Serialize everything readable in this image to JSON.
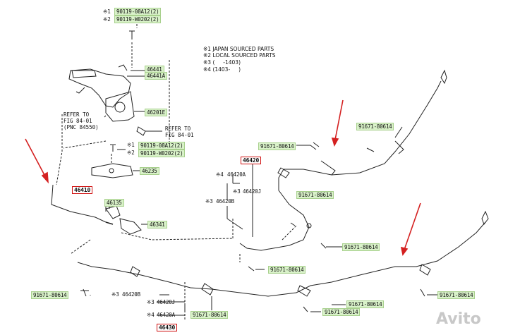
{
  "header_parts": [
    {
      "mark": "※1",
      "code": "90119-08A12(2)"
    },
    {
      "mark": "※2",
      "code": "90119-W0202(2)"
    }
  ],
  "legend": [
    "※1 JAPAN SOURCED PARTS",
    "※2 LOCAL SOURCED PARTS",
    "※3 (     -1403)",
    "※4 (1403-     )"
  ],
  "refer1": [
    "REFER TO",
    "FIG 84-01",
    "(PNC 84550)"
  ],
  "refer2": [
    "REFER TO",
    "FIG 84-01"
  ],
  "mid_parts": [
    {
      "mark": "※1",
      "code": "90119-08A12(2)"
    },
    {
      "mark": "※2",
      "code": "90119-W0202(2)"
    }
  ],
  "parts": {
    "p46441": "46441",
    "p46441A": "46441A",
    "p46201E": "46201E",
    "p46235": "46235",
    "p46410": "46410",
    "p46135": "46135",
    "p46341": "46341",
    "p46420": "46420",
    "p46420A": "46420A",
    "p46420J": "46420J",
    "p46420B": "46420B",
    "p46430": "46430",
    "b_46420B": "46420B",
    "b_46420J": "46420J",
    "b_46420A": "46420A"
  },
  "marks": {
    "m3": "※3",
    "m4": "※4"
  },
  "clips": {
    "c1": "91671-80614",
    "c2": "91671-80614",
    "c3": "91671-80614",
    "c4": "91671-80614",
    "c5": "91671-80614",
    "c6": "91671-80614",
    "c7": "91671-80614",
    "c8": "91671-80614",
    "c9": "91671-80614",
    "c10": "91671-80614"
  },
  "watermark": "Avito"
}
